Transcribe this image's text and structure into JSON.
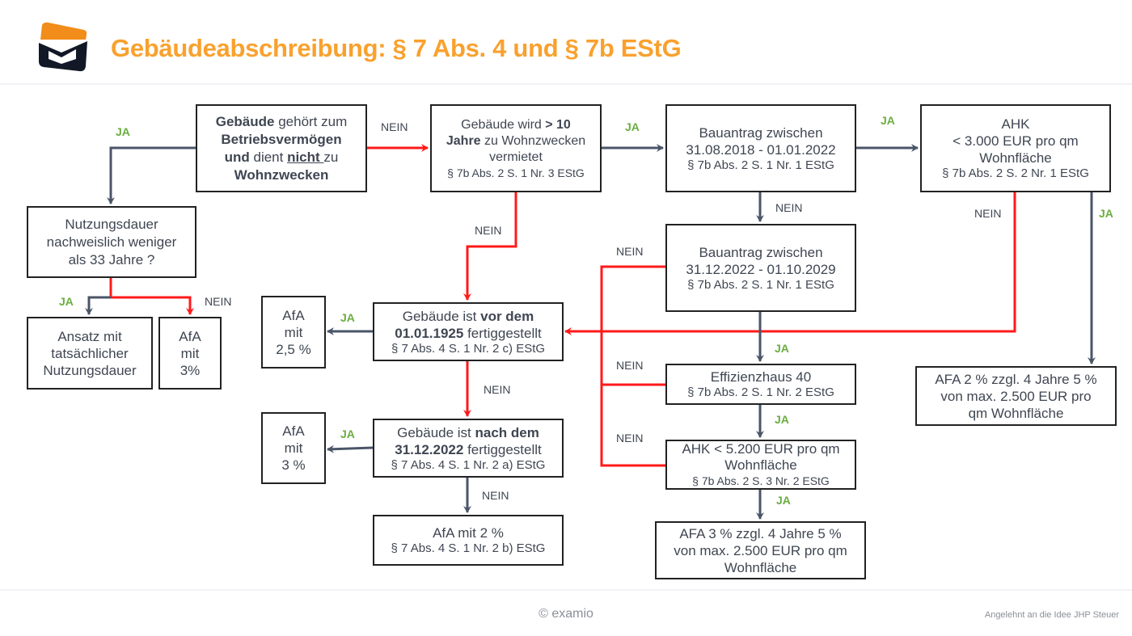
{
  "header": {
    "title": "Gebäudeabschreibung: § 7 Abs. 4  und § 7b EStG",
    "logo": "examio-logo"
  },
  "boxes": {
    "b1": {
      "p1": "Gebäude",
      "p2": " gehört zum ",
      "p3": "Betriebsvermögen",
      "p4": "und",
      "p5": " dient ",
      "p6": "nicht ",
      "p7": "zu",
      "p8": "Wohnzwecken"
    },
    "b2": {
      "p1": "Gebäude wird ",
      "p2": "> 10",
      "p3": "Jahre",
      "p4": " zu Wohnzwecken",
      "p5": "vermietet",
      "ref": "§ 7b Abs. 2 S. 1 Nr. 3 EStG"
    },
    "b3": {
      "l1": "Bauantrag zwischen",
      "l2": "31.08.2018 - 01.01.2022",
      "ref": "§ 7b Abs. 2 S. 1 Nr. 1 EStG"
    },
    "b4": {
      "l1": "AHK",
      "l2": "< 3.000 EUR pro qm",
      "l3": "Wohnfläche",
      "ref": "§ 7b Abs. 2 S. 2 Nr. 1 EStG"
    },
    "b5": {
      "l1": "Nutzungsdauer",
      "l2": "nachweislich weniger",
      "l3": "als 33 Jahre ?"
    },
    "b6": {
      "l1": "Ansatz mit",
      "l2": "tatsächlicher",
      "l3": "Nutzungsdauer"
    },
    "b7": {
      "l1": "AfA",
      "l2": "mit",
      "l3": "3%"
    },
    "b8": {
      "l1": "Bauantrag zwischen",
      "l2": "31.12.2022 - 01.10.2029",
      "ref": "§ 7b Abs. 2 S. 1 Nr. 1 EStG"
    },
    "b9": {
      "l1": "AfA",
      "l2": "mit",
      "l3": "2,5 %"
    },
    "b10": {
      "p1": "Gebäude ist ",
      "p2": "vor dem",
      "p3": "01.01.1925",
      "p4": " fertiggestellt",
      "ref": "§ 7 Abs. 4 S. 1 Nr. 2 c) EStG"
    },
    "b11": {
      "l1": "Effizienzhaus 40",
      "ref": "§ 7b Abs. 2 S. 1 Nr. 2 EStG"
    },
    "b12": {
      "l1": "AFA 2 % zzgl. 4 Jahre 5 %",
      "l2": "von max. 2.500 EUR pro",
      "l3": "qm Wohnfläche"
    },
    "b13": {
      "l1": "AfA",
      "l2": "mit",
      "l3": "3 %"
    },
    "b14": {
      "p1": "Gebäude ist ",
      "p2": "nach dem",
      "p3": "31.12.2022",
      "p4": " fertiggestellt",
      "ref": "§ 7 Abs. 4 S. 1 Nr. 2 a) EStG"
    },
    "b15": {
      "l1": "AHK < 5.200 EUR pro qm",
      "l2": "Wohnfläche",
      "ref": "§ 7b Abs. 2 S. 3 Nr. 2 EStG"
    },
    "b16": {
      "l1": "AfA mit 2 %",
      "ref": "§ 7 Abs. 4 S. 1 Nr. 2 b) EStG"
    },
    "b17": {
      "l1": "AFA 3 % zzgl. 4 Jahre 5 %",
      "l2": "von max. 2.500 EUR pro qm",
      "l3": "Wohnfläche"
    }
  },
  "labels": {
    "ja": "JA",
    "nein": "NEIN"
  },
  "colors": {
    "gray": "#4a5568",
    "red": "#ff1a1a",
    "green": "#6aae3f",
    "orange": "#f9a12e"
  },
  "footer": {
    "copyright": "© examio",
    "credit": "Angelehnt an die Idee JHP Steuer"
  }
}
